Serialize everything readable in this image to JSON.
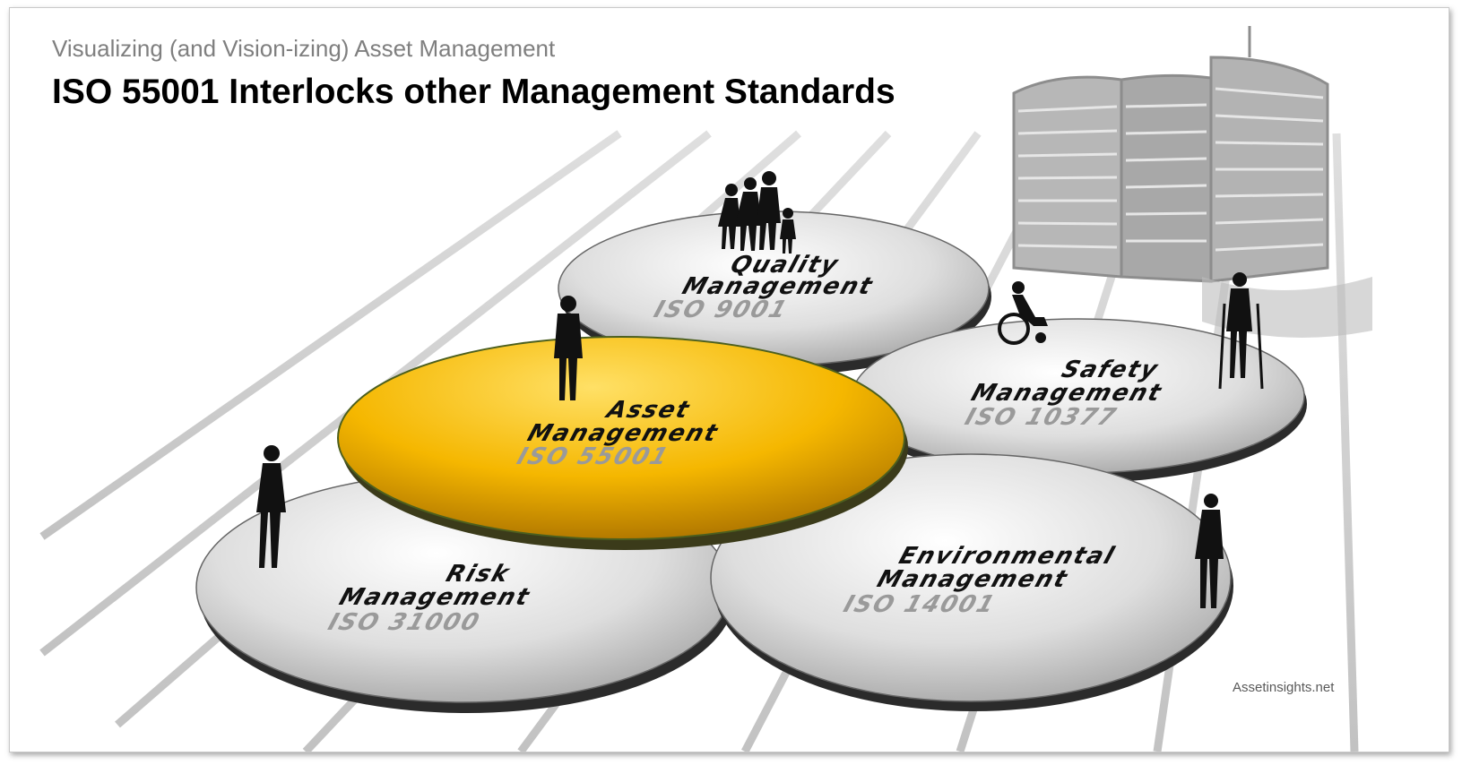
{
  "header": {
    "subtitle": "Visualizing (and Vision-izing) Asset Management",
    "title": "ISO 55001 Interlocks other Management Standards"
  },
  "credit": "Assetinsights.net",
  "discs": {
    "quality": {
      "line1": "Quality",
      "line2": "Management",
      "standard": "ISO 9001"
    },
    "safety": {
      "line1": "Safety",
      "line2": "Management",
      "standard": "ISO 10377"
    },
    "asset": {
      "line1": "Asset",
      "line2": "Management",
      "standard": "ISO 55001"
    },
    "risk": {
      "line1": "Risk",
      "line2": "Management",
      "standard": "ISO 31000"
    },
    "environmental": {
      "line1": "Environmental",
      "line2": "Management",
      "standard": "ISO 14001"
    }
  },
  "colors": {
    "highlight": "#f5b700",
    "disc_gray": "#d4d4d4",
    "grid": "#c8c8c8",
    "building": "#a0a0a0"
  }
}
